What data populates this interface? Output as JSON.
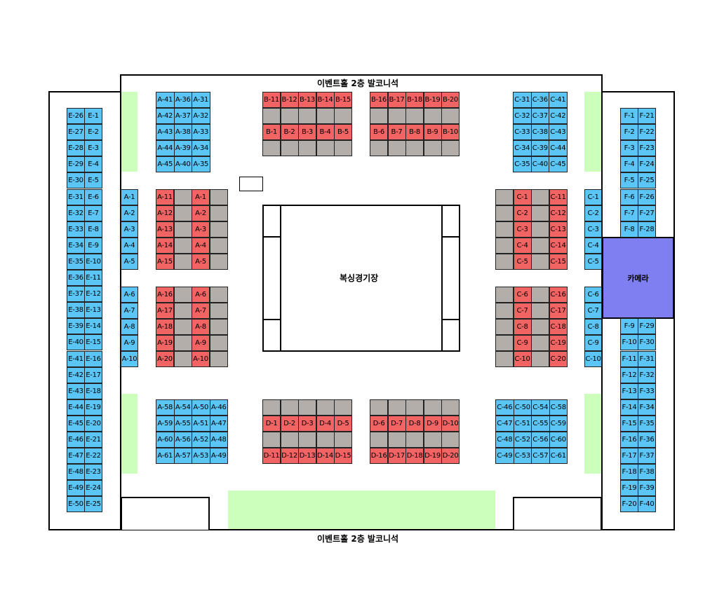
{
  "balcony_top_label": "이벤트홀 2층 발코니석",
  "balcony_bottom_label": "이벤트홀 2층 발코니석",
  "ring_label": "복싱경기장",
  "camera_label": "카메라",
  "colors": {
    "available": "#5bc6f5",
    "reserved": "#f26363",
    "blocked": "#b4aeab",
    "camera": "#7f7ff2",
    "aisle": "#ccffbb"
  },
  "sections": {
    "E_left": [
      "E-26",
      "E-27",
      "E-28",
      "E-29",
      "E-30",
      "E-31",
      "E-32",
      "E-33",
      "E-34",
      "E-35",
      "E-36",
      "E-37",
      "E-38",
      "E-39",
      "E-40",
      "E-41",
      "E-42",
      "E-43",
      "E-44",
      "E-45",
      "E-46",
      "E-47",
      "E-48",
      "E-49",
      "E-50"
    ],
    "E_right": [
      "E-1",
      "E-2",
      "E-3",
      "E-4",
      "E-5",
      "E-6",
      "E-7",
      "E-8",
      "E-9",
      "E-10",
      "E-11",
      "E-12",
      "E-13",
      "E-14",
      "E-15",
      "E-16",
      "E-17",
      "E-18",
      "E-19",
      "E-20",
      "E-21",
      "E-22",
      "E-23",
      "E-24",
      "E-25"
    ],
    "F_left": [
      "F-1",
      "F-2",
      "F-3",
      "F-4",
      "F-5",
      "F-6",
      "F-7",
      "F-8",
      "",
      "",
      "",
      "",
      "",
      "F-9",
      "F-10",
      "F-11",
      "F-12",
      "F-13",
      "F-14",
      "F-15",
      "F-16",
      "F-17",
      "F-18",
      "F-19",
      "F-20"
    ],
    "F_right": [
      "F-21",
      "F-22",
      "F-23",
      "F-24",
      "F-25",
      "F-26",
      "F-27",
      "F-28",
      "",
      "",
      "",
      "",
      "",
      "F-29",
      "F-30",
      "F-31",
      "F-32",
      "F-33",
      "F-34",
      "F-35",
      "F-36",
      "F-37",
      "F-38",
      "F-39",
      "F-40"
    ],
    "A_top": [
      [
        "A-41",
        "A-36",
        "A-31"
      ],
      [
        "A-42",
        "A-37",
        "A-32"
      ],
      [
        "A-43",
        "A-38",
        "A-33"
      ],
      [
        "A-44",
        "A-39",
        "A-34"
      ],
      [
        "A-45",
        "A-40",
        "A-35"
      ]
    ],
    "C_top": [
      [
        "C-31",
        "C-36",
        "C-41"
      ],
      [
        "C-32",
        "C-37",
        "C-42"
      ],
      [
        "C-33",
        "C-38",
        "C-43"
      ],
      [
        "C-34",
        "C-39",
        "C-44"
      ],
      [
        "C-35",
        "C-40",
        "C-45"
      ]
    ],
    "A_bottom": [
      [
        "A-58",
        "A-54",
        "A-50",
        "A-46"
      ],
      [
        "A-59",
        "A-55",
        "A-51",
        "A-47"
      ],
      [
        "A-60",
        "A-56",
        "A-52",
        "A-48"
      ],
      [
        "A-61",
        "A-57",
        "A-53",
        "A-49"
      ]
    ],
    "C_bottom": [
      [
        "C-46",
        "C-50",
        "C-54",
        "C-58"
      ],
      [
        "C-47",
        "C-51",
        "C-55",
        "C-59"
      ],
      [
        "C-48",
        "C-52",
        "C-56",
        "C-60"
      ],
      [
        "C-49",
        "C-53",
        "C-57",
        "C-61"
      ]
    ],
    "A_single": [
      "A-1",
      "A-2",
      "A-3",
      "A-4",
      "A-5",
      "",
      "A-6",
      "A-7",
      "A-8",
      "A-9",
      "A-10"
    ],
    "C_single": [
      "C-1",
      "C-2",
      "C-3",
      "C-4",
      "C-5",
      "",
      "C-6",
      "C-7",
      "C-8",
      "C-9",
      "C-10"
    ],
    "A_inner_red1": [
      "A-11",
      "A-12",
      "A-13",
      "A-14",
      "A-15",
      "",
      "A-16",
      "A-17",
      "A-18",
      "A-19",
      "A-20"
    ],
    "A_inner_red2": [
      "A-1",
      "A-2",
      "A-3",
      "A-4",
      "A-5",
      "",
      "A-6",
      "A-7",
      "A-8",
      "A-9",
      "A-10"
    ],
    "C_inner_red1": [
      "C-1",
      "C-2",
      "C-3",
      "C-4",
      "C-5",
      "",
      "C-6",
      "C-7",
      "C-8",
      "C-9",
      "C-10"
    ],
    "C_inner_red2": [
      "C-11",
      "C-12",
      "C-13",
      "C-14",
      "C-15",
      "",
      "C-16",
      "C-17",
      "C-18",
      "C-19",
      "C-20"
    ],
    "B_row1_left": [
      "B-11",
      "B-12",
      "B-13",
      "B-14",
      "B-15"
    ],
    "B_row1_right": [
      "B-16",
      "B-17",
      "B-18",
      "B-19",
      "B-20"
    ],
    "B_row3_left": [
      "B-1",
      "B-2",
      "B-3",
      "B-4",
      "B-5"
    ],
    "B_row3_right": [
      "B-6",
      "B-7",
      "B-8",
      "B-9",
      "B-10"
    ],
    "D_row2_left": [
      "D-1",
      "D-2",
      "D-3",
      "D-4",
      "D-5"
    ],
    "D_row2_right": [
      "D-6",
      "D-7",
      "D-8",
      "D-9",
      "D-10"
    ],
    "D_row4_left": [
      "D-11",
      "D-12",
      "D-13",
      "D-14",
      "D-15"
    ],
    "D_row4_right": [
      "D-16",
      "D-17",
      "D-18",
      "D-19",
      "D-20"
    ]
  }
}
